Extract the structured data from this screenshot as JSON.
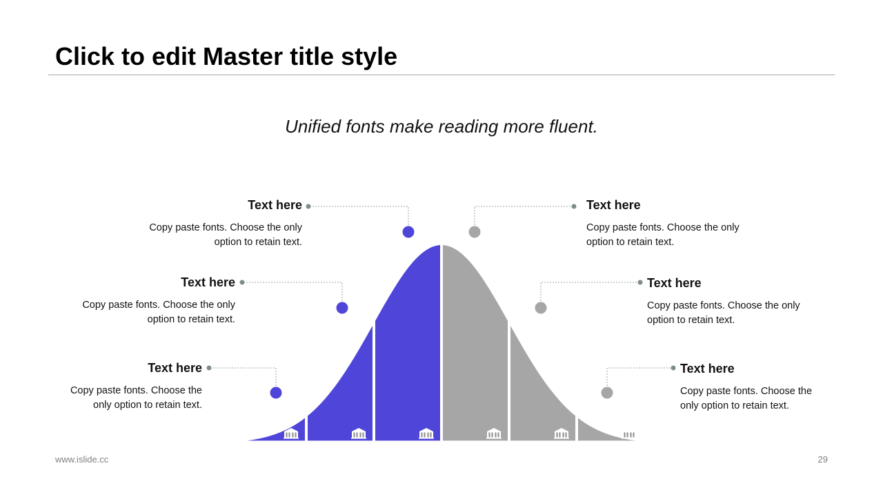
{
  "page": {
    "title": "Click to edit Master title style",
    "subtitle": "Unified fonts make reading more fluent.",
    "footer_url": "www.islide.cc",
    "page_number": "29"
  },
  "colors": {
    "accent": "#4f45d9",
    "neutral": "#a6a6a6",
    "connector": "#7f8c8d"
  },
  "segments": [
    {
      "color": "accent",
      "icon": "building-icon"
    },
    {
      "color": "accent",
      "icon": "building-icon"
    },
    {
      "color": "accent",
      "icon": "building-icon"
    },
    {
      "color": "neutral",
      "icon": "building-icon"
    },
    {
      "color": "neutral",
      "icon": "building-icon"
    },
    {
      "color": "neutral",
      "icon": "building-icon"
    }
  ],
  "labels": {
    "left_top": {
      "heading": "Text here",
      "body_1": "Copy paste fonts. Choose the only",
      "body_2": "option to retain text."
    },
    "left_mid": {
      "heading": "Text here",
      "body_1": "Copy paste fonts. Choose the only",
      "body_2": "option to retain text."
    },
    "left_bottom": {
      "heading": "Text here",
      "body_1": "Copy paste fonts. Choose the",
      "body_2": "only option to retain text."
    },
    "right_top": {
      "heading": "Text here",
      "body_1": "Copy paste fonts. Choose the only",
      "body_2": "option to retain text."
    },
    "right_mid": {
      "heading": "Text here",
      "body_1": "Copy paste fonts. Choose the only",
      "body_2": "option to retain text."
    },
    "right_bottom": {
      "heading": "Text here",
      "body_1": "Copy paste fonts. Choose the",
      "body_2": "only option to retain text."
    }
  }
}
